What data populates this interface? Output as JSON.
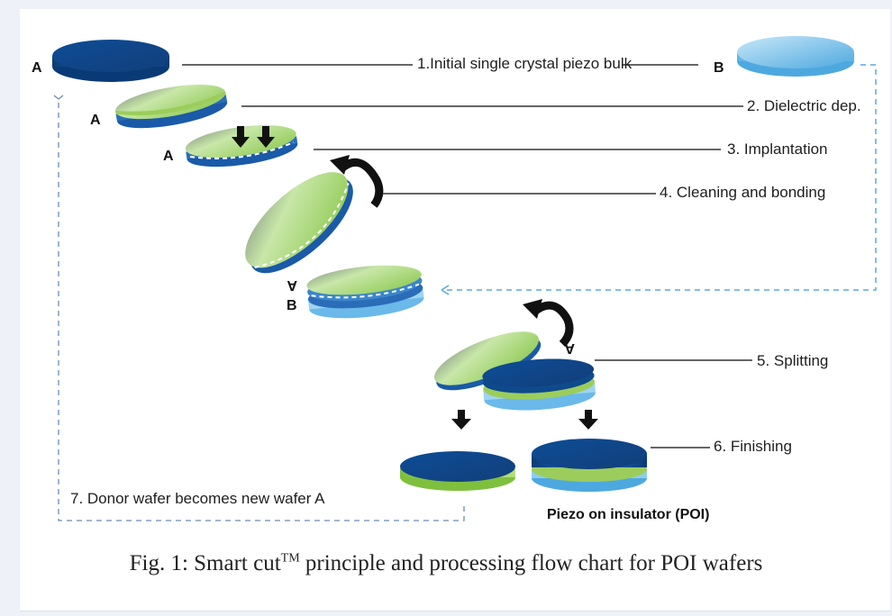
{
  "labels": {
    "wafer_a": "A",
    "wafer_b": "B",
    "flipped_b": "B",
    "flipped_a": "A",
    "poi": "Piezo on insulator (POI)"
  },
  "steps": [
    "1.Initial single crystal piezo bulk",
    "2. Dielectric dep.",
    "3. Implantation",
    "4. Cleaning and bonding",
    "5. Splitting",
    "6. Finishing",
    "7. Donor wafer becomes new wafer A"
  ],
  "caption": {
    "prefix": "Fig. 1: Smart cut",
    "tm": "TM",
    "suffix": " principle and processing flow chart for POI wafers"
  },
  "colors": {
    "dark_blue": "#0e4a8c",
    "light_blue": "#7cc3ea",
    "green": "#9ccd5c",
    "dashed_line": "#5aa8e0"
  }
}
